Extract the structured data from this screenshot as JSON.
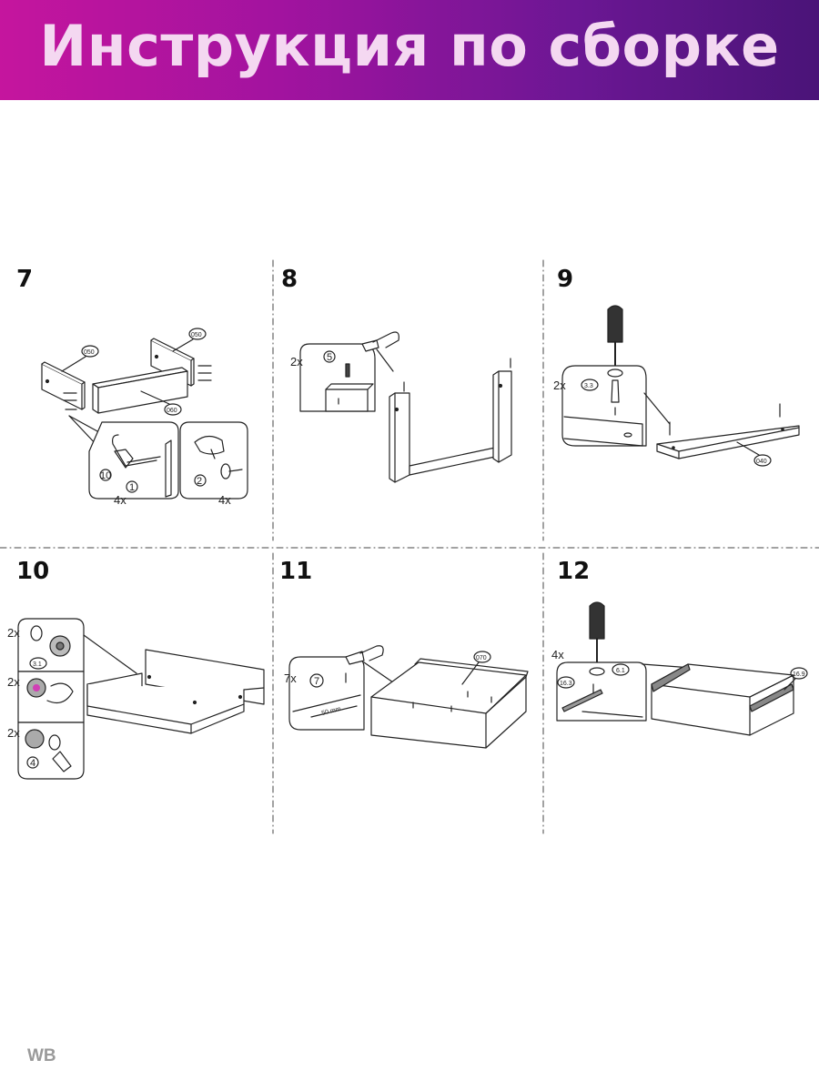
{
  "header": {
    "title": "Инструкция по сборке"
  },
  "steps": [
    {
      "number": "7",
      "quantities": [
        "4x",
        "4x"
      ],
      "parts": [
        "050",
        "050",
        "060"
      ],
      "callouts": [
        "10",
        "1",
        "2"
      ]
    },
    {
      "number": "8",
      "quantities": [
        "2x"
      ],
      "callouts": [
        "5"
      ]
    },
    {
      "number": "9",
      "quantities": [
        "2x"
      ],
      "parts": [
        "040"
      ],
      "callouts": [
        "3.3"
      ]
    },
    {
      "number": "10",
      "quantities": [
        "2x",
        "2x",
        "2x"
      ],
      "callouts": [
        "3.1",
        "4"
      ]
    },
    {
      "number": "11",
      "quantities": [
        "7x"
      ],
      "parts": [
        "070"
      ],
      "callouts": [
        "7"
      ],
      "measure": "50 mm"
    },
    {
      "number": "12",
      "quantities": [
        "4x"
      ],
      "callouts": [
        "6.1",
        "16.3",
        "16.9"
      ]
    }
  ],
  "footer": {
    "watermark": "WB"
  },
  "colors": {
    "banner_start": "#c5159e",
    "banner_end": "#4a1478",
    "title_text": "#f4d8f1",
    "line": "#222222"
  }
}
